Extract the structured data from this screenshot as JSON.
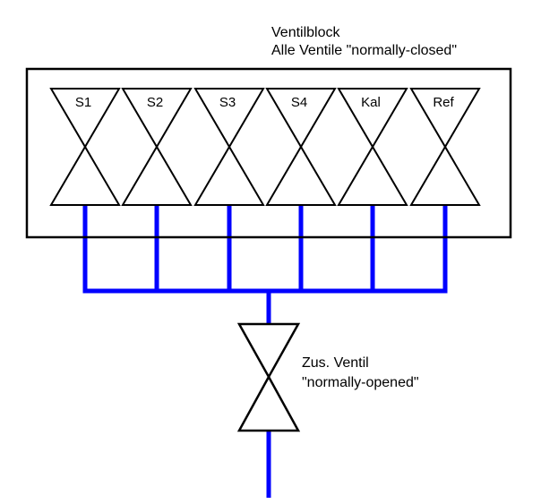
{
  "title": {
    "line1": "Ventilblock",
    "line2": "Alle Ventile \"normally-closed\""
  },
  "valve_block": {
    "valves": [
      {
        "label": "S1"
      },
      {
        "label": "S2"
      },
      {
        "label": "S3"
      },
      {
        "label": "S4"
      },
      {
        "label": "Kal"
      },
      {
        "label": "Ref"
      }
    ]
  },
  "extra_valve": {
    "label_line1": "Zus. Ventil",
    "label_line2": "\"normally-opened\""
  },
  "colors": {
    "pipe": "#0000ff",
    "outline": "#000000"
  }
}
